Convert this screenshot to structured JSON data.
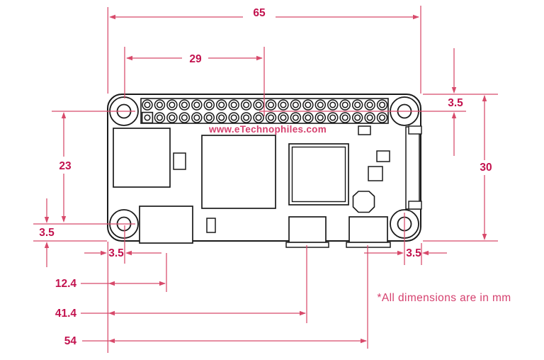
{
  "watermark": {
    "text": "www.eTechnophiles.com"
  },
  "footnote": {
    "text": "*All dimensions are in mm"
  },
  "colors": {
    "dim_line": "#d84a6b",
    "dim_text": "#c2124e",
    "accent_text": "#d5406e",
    "board_line": "#1a1a1a",
    "background": "#ffffff"
  },
  "board": {
    "gpio": {
      "rows": 2,
      "cols": 20
    }
  },
  "dimensions": {
    "board_width": "65",
    "hole_span_x": "29",
    "hole_span_y": "23",
    "board_height": "30",
    "hole_inset_left": "3.5",
    "hole_inset_bottom_left": "3.5",
    "hole_inset_top_right": "3.5",
    "hole_inset_bottom_right": "3.5",
    "hdmi_center_offset": "12.4",
    "usb_data_center_offset": "41.4",
    "usb_power_center_offset": "54"
  }
}
